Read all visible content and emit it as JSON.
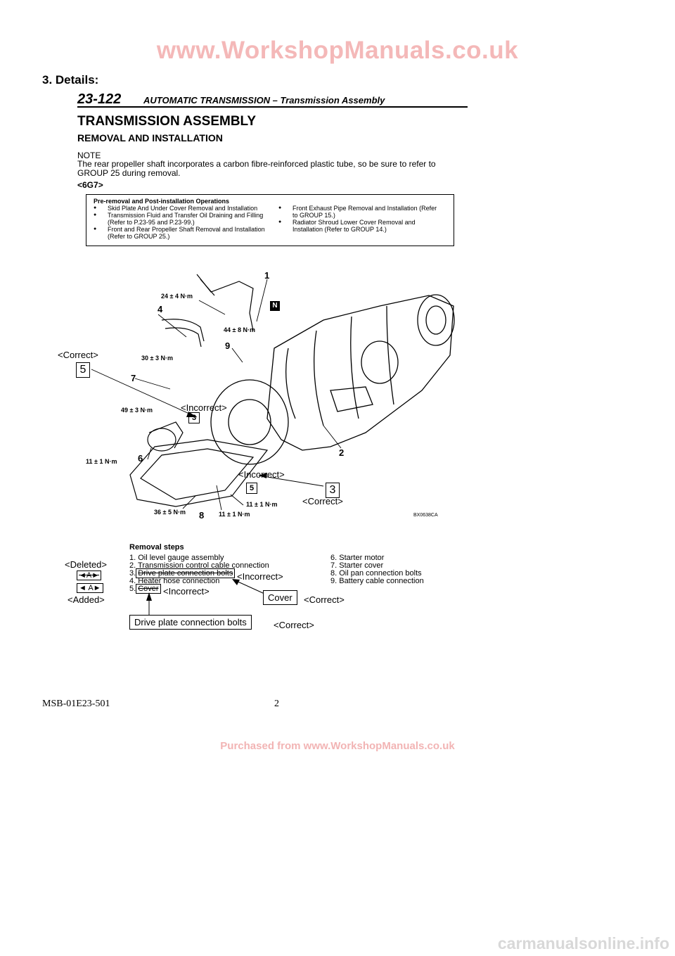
{
  "watermark_top": "www.WorkshopManuals.co.uk",
  "details_heading": "3.   Details:",
  "page_header": {
    "number": "23-122",
    "title": "AUTOMATIC TRANSMISSION  –  Transmission Assembly"
  },
  "section_title": "TRANSMISSION ASSEMBLY",
  "subsection_title": "REMOVAL AND INSTALLATION",
  "note_label": "NOTE",
  "note_text": "The rear propeller shaft incorporates a carbon fibre-reinforced plastic tube, so be sure to refer to GROUP 25 during removal.",
  "model_tag": "<6G7>",
  "pre_operations": {
    "title": "Pre-removal and Post-installation Operations",
    "left": [
      "Skid Plate And Under Cover Removal and Installation",
      "Transmission Fluid and Transfer Oil Draining and Filling (Refer to P.23-95 and P.23-99.)",
      "Front and Rear Propeller Shaft Removal and Installation (Refer to GROUP 25.)"
    ],
    "right": [
      "Front Exhaust Pipe Removal and Installation (Refer to GROUP 15.)",
      "Radiator Shroud Lower Cover Removal and Installation (Refer to GROUP 14.)"
    ]
  },
  "diagram": {
    "torques": {
      "t1": "24 ± 4 N·m",
      "t2": "44 ± 8 N·m",
      "t3": "30 ± 3 N·m",
      "t4": "49 ± 3 N·m",
      "t5": "11 ± 1 N·m",
      "t6": "36 ± 5 N·m",
      "t7": "11 ± 1 N·m",
      "t8": "11 ± 1 N·m"
    },
    "callouts": {
      "c1": "1",
      "c2": "2",
      "c4": "4",
      "c6": "6",
      "c7": "7",
      "c8": "8",
      "c9": "9",
      "n": "N"
    },
    "boxed_small": {
      "b3": "3",
      "b5": "5"
    },
    "annotations": {
      "correct_left": "<Correct>",
      "box_left": "5",
      "incorrect_mid": "<Incorrect>",
      "incorrect_low": "<Incorrect>",
      "box_right": "3",
      "correct_right": "<Correct>"
    },
    "figure_code": "BX0638CA"
  },
  "removal": {
    "title": "Removal steps",
    "steps_left": [
      "1. Oil level gauge assembly",
      "2. Transmission control cable connection",
      "3.",
      "4. Heater hose connection",
      "5."
    ],
    "step3_struck": "Drive plate connection bolts",
    "step5_struck": "Cover",
    "steps_right": [
      "6. Starter motor",
      "7. Starter cover",
      "8. Oil pan connection bolts",
      "9. Battery cable connection"
    ],
    "side_deleted": "<Deleted>",
    "side_added": "<Added>",
    "mark_deleted": "◄A►",
    "mark_added": "◄ A►",
    "incorrect_3": "<Incorrect>",
    "incorrect_5": "<Incorrect>",
    "correction_cover": "Cover",
    "correct_cover": "<Correct>",
    "correction_bolts": "Drive plate connection bolts",
    "correct_bolts": "<Correct>"
  },
  "footer": {
    "code": "MSB-01E23-501",
    "page": "2"
  },
  "watermark_bottom": "Purchased from www.WorkshopManuals.co.uk",
  "corner_mark": "carmanualsonline.info"
}
